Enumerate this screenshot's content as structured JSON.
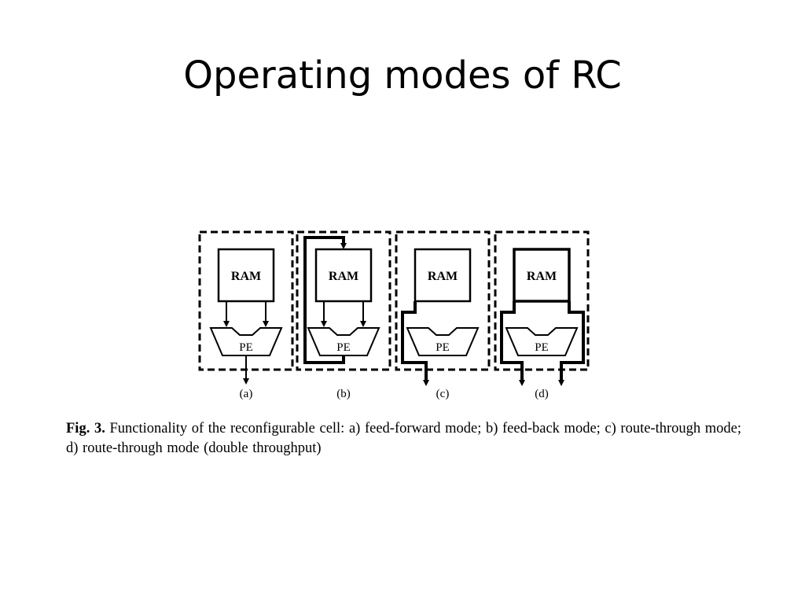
{
  "slide": {
    "title": "Operating modes of RC"
  },
  "figure": {
    "panels": [
      {
        "id": "a",
        "label": "(a)",
        "ram": "RAM",
        "pe": "PE"
      },
      {
        "id": "b",
        "label": "(b)",
        "ram": "RAM",
        "pe": "PE"
      },
      {
        "id": "c",
        "label": "(c)",
        "ram": "RAM",
        "pe": "PE"
      },
      {
        "id": "d",
        "label": "(d)",
        "ram": "RAM",
        "pe": "PE"
      }
    ]
  },
  "caption": {
    "fig_label": "Fig. 3.",
    "text": " Functionality of the reconfigurable cell: a) feed-forward mode; b) feed-back mode; c) route-through mode; d) route-through mode (double throughput)"
  }
}
